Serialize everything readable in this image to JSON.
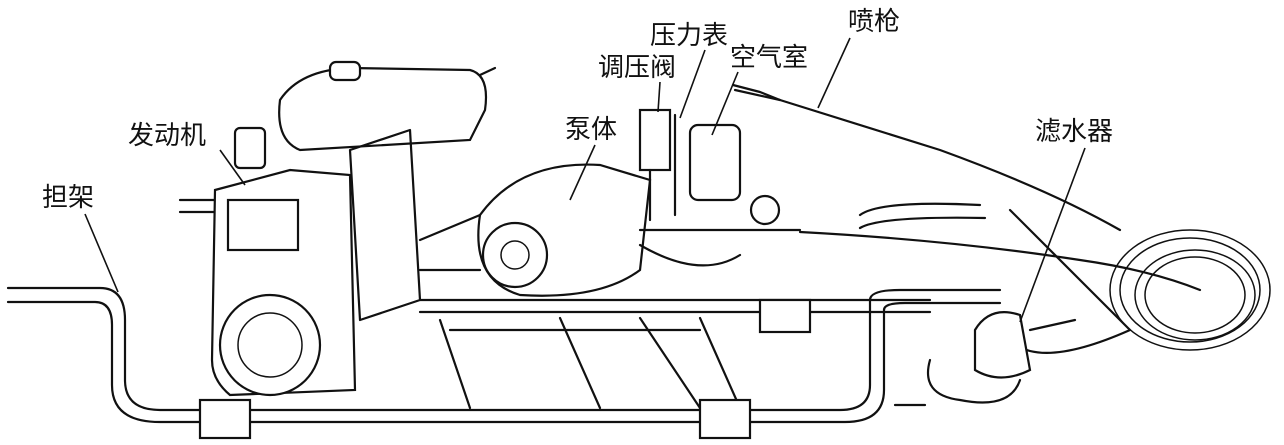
{
  "diagram": {
    "labels": {
      "pressure_gauge": "压力表",
      "spray_gun": "喷枪",
      "pressure_regulator": "调压阀",
      "air_chamber": "空气室",
      "pump_body": "泵体",
      "engine": "发动机",
      "water_filter": "滤水器",
      "stretcher": "担架"
    }
  }
}
